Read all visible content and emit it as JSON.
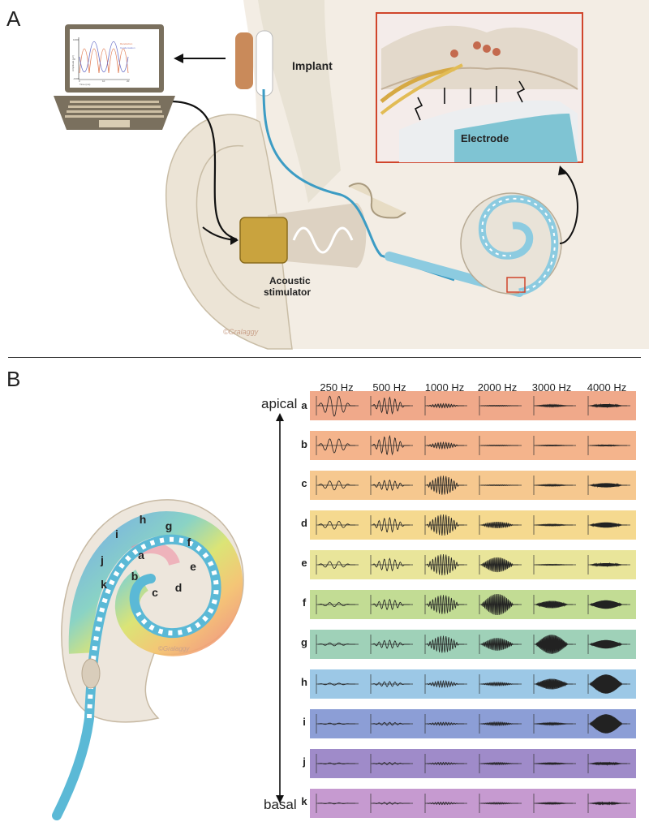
{
  "panels": {
    "a_label": "A",
    "b_label": "B"
  },
  "panel_a": {
    "implant_label": "Implant",
    "electrode_label": "Electrode",
    "acoustic_label_line1": "Acoustic",
    "acoustic_label_line2": "stimulator",
    "signature": "©Gralaggy",
    "laptop_screen": {
      "ylabel": "Amplitude (µV)",
      "xlabel": "Time (ms)",
      "legend": [
        "Rarefaction",
        "Condensation"
      ],
      "yticks": [
        "1000",
        "0",
        "-1000"
      ],
      "xticks": [
        "0",
        "10",
        "20"
      ]
    }
  },
  "panel_b": {
    "apical_label": "apical",
    "basal_label": "basal",
    "signature": "©Gralaggy",
    "frequencies": [
      "250 Hz",
      "500 Hz",
      "1000 Hz",
      "2000 Hz",
      "3000 Hz",
      "4000 Hz"
    ],
    "spiral_letters": [
      "a",
      "b",
      "c",
      "d",
      "e",
      "f",
      "g",
      "h",
      "i",
      "j",
      "k"
    ],
    "rows": [
      {
        "letter": "a",
        "color": "#f0a98a",
        "amplitudes": [
          1.0,
          0.8,
          0.2,
          0.05,
          0.1,
          0.15
        ]
      },
      {
        "letter": "b",
        "color": "#f4b48c",
        "amplitudes": [
          0.7,
          0.9,
          0.3,
          0.05,
          0.05,
          0.05
        ]
      },
      {
        "letter": "c",
        "color": "#f6c88f",
        "amplitudes": [
          0.45,
          0.5,
          0.9,
          0.05,
          0.08,
          0.2
        ]
      },
      {
        "letter": "d",
        "color": "#f5d98f",
        "amplitudes": [
          0.4,
          0.7,
          1.0,
          0.3,
          0.08,
          0.25
        ]
      },
      {
        "letter": "e",
        "color": "#e9e59a",
        "amplitudes": [
          0.35,
          0.6,
          1.0,
          0.7,
          0.05,
          0.15
        ]
      },
      {
        "letter": "f",
        "color": "#c2dc94",
        "amplitudes": [
          0.2,
          0.5,
          0.9,
          1.0,
          0.35,
          0.4
        ]
      },
      {
        "letter": "g",
        "color": "#9fd1b8",
        "amplitudes": [
          0.15,
          0.4,
          0.8,
          0.6,
          0.9,
          0.4
        ]
      },
      {
        "letter": "h",
        "color": "#9cc8e6",
        "amplitudes": [
          0.1,
          0.25,
          0.3,
          0.15,
          0.5,
          0.9
        ]
      },
      {
        "letter": "i",
        "color": "#8c9ed6",
        "amplitudes": [
          0.08,
          0.15,
          0.15,
          0.15,
          0.1,
          0.9
        ]
      },
      {
        "letter": "j",
        "color": "#9f8bc9",
        "amplitudes": [
          0.08,
          0.12,
          0.12,
          0.1,
          0.08,
          0.12
        ]
      },
      {
        "letter": "k",
        "color": "#c69ad0",
        "amplitudes": [
          0.06,
          0.1,
          0.12,
          0.08,
          0.08,
          0.1
        ]
      }
    ]
  }
}
